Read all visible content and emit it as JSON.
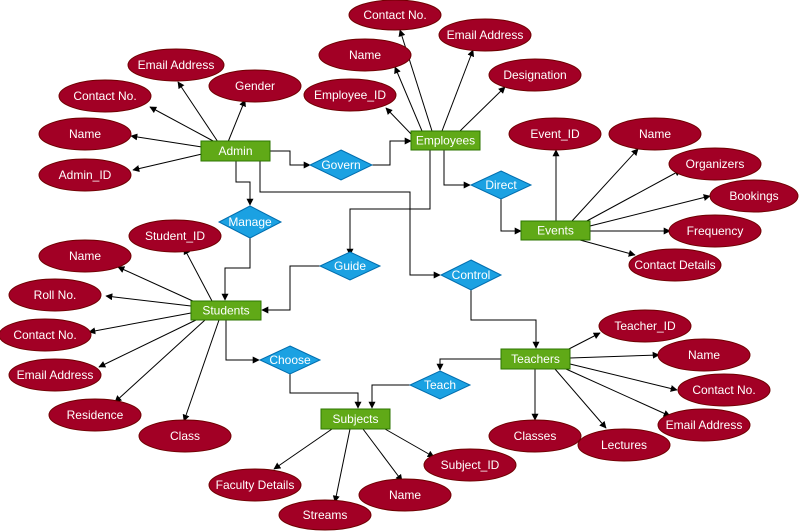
{
  "colors": {
    "entity_fill": "#60a917",
    "entity_stroke": "#2d7600",
    "attribute_fill": "#a20025",
    "attribute_stroke": "#6f0000",
    "relationship_fill": "#1ba1e2",
    "relationship_stroke": "#006eaf",
    "line": "#000000",
    "text": "#ffffff"
  },
  "entities": [
    {
      "id": "admin",
      "label": "Admin"
    },
    {
      "id": "employees",
      "label": "Employees"
    },
    {
      "id": "events",
      "label": "Events"
    },
    {
      "id": "students",
      "label": "Students"
    },
    {
      "id": "teachers",
      "label": "Teachers"
    },
    {
      "id": "subjects",
      "label": "Subjects"
    }
  ],
  "relationships": [
    {
      "id": "govern",
      "label": "Govern"
    },
    {
      "id": "direct",
      "label": "Direct"
    },
    {
      "id": "manage",
      "label": "Manage"
    },
    {
      "id": "guide",
      "label": "Guide"
    },
    {
      "id": "control",
      "label": "Control"
    },
    {
      "id": "choose",
      "label": "Choose"
    },
    {
      "id": "teach",
      "label": "Teach"
    }
  ],
  "attributes": [
    {
      "id": "admin-contact",
      "label": "Contact No.",
      "entity": "admin"
    },
    {
      "id": "admin-email",
      "label": "Email Address",
      "entity": "admin"
    },
    {
      "id": "admin-gender",
      "label": "Gender",
      "entity": "admin"
    },
    {
      "id": "admin-name",
      "label": "Name",
      "entity": "admin"
    },
    {
      "id": "admin-id",
      "label": "Admin_ID",
      "entity": "admin"
    },
    {
      "id": "emp-contact",
      "label": "Contact No.",
      "entity": "employees"
    },
    {
      "id": "emp-email",
      "label": "Email Address",
      "entity": "employees"
    },
    {
      "id": "emp-name",
      "label": "Name",
      "entity": "employees"
    },
    {
      "id": "emp-designation",
      "label": "Designation",
      "entity": "employees"
    },
    {
      "id": "emp-id",
      "label": "Employee_ID",
      "entity": "employees"
    },
    {
      "id": "ev-id",
      "label": "Event_ID",
      "entity": "events"
    },
    {
      "id": "ev-name",
      "label": "Name",
      "entity": "events"
    },
    {
      "id": "ev-organizers",
      "label": "Organizers",
      "entity": "events"
    },
    {
      "id": "ev-bookings",
      "label": "Bookings",
      "entity": "events"
    },
    {
      "id": "ev-frequency",
      "label": "Frequency",
      "entity": "events"
    },
    {
      "id": "ev-contact",
      "label": "Contact Details",
      "entity": "events"
    },
    {
      "id": "st-id",
      "label": "Student_ID",
      "entity": "students"
    },
    {
      "id": "st-name",
      "label": "Name",
      "entity": "students"
    },
    {
      "id": "st-roll",
      "label": "Roll No.",
      "entity": "students"
    },
    {
      "id": "st-contact",
      "label": "Contact No.",
      "entity": "students"
    },
    {
      "id": "st-email",
      "label": "Email Address",
      "entity": "students"
    },
    {
      "id": "st-residence",
      "label": "Residence",
      "entity": "students"
    },
    {
      "id": "st-class",
      "label": "Class",
      "entity": "students"
    },
    {
      "id": "t-id",
      "label": "Teacher_ID",
      "entity": "teachers"
    },
    {
      "id": "t-name",
      "label": "Name",
      "entity": "teachers"
    },
    {
      "id": "t-contact",
      "label": "Contact No.",
      "entity": "teachers"
    },
    {
      "id": "t-email",
      "label": "Email Address",
      "entity": "teachers"
    },
    {
      "id": "t-classes",
      "label": "Classes",
      "entity": "teachers"
    },
    {
      "id": "t-lectures",
      "label": "Lectures",
      "entity": "teachers"
    },
    {
      "id": "sub-faculty",
      "label": "Faculty Details",
      "entity": "subjects"
    },
    {
      "id": "sub-streams",
      "label": "Streams",
      "entity": "subjects"
    },
    {
      "id": "sub-name",
      "label": "Name",
      "entity": "subjects"
    },
    {
      "id": "sub-id",
      "label": "Subject_ID",
      "entity": "subjects"
    }
  ]
}
